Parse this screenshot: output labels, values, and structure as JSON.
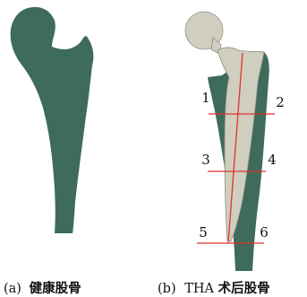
{
  "figure": {
    "colors": {
      "bone": "#3e6b5b",
      "implant": "#d0cebf",
      "implant_stroke": "#8f8e84",
      "measure_line": "#e0312e"
    },
    "panel_a": {
      "caption_prefix": "(a)",
      "caption_title": "健康股骨"
    },
    "panel_b": {
      "caption_prefix": "(b)",
      "caption_latin": "THA",
      "caption_title": "术后股骨",
      "section_labels": [
        "1",
        "2",
        "3",
        "4",
        "5",
        "6"
      ]
    }
  }
}
